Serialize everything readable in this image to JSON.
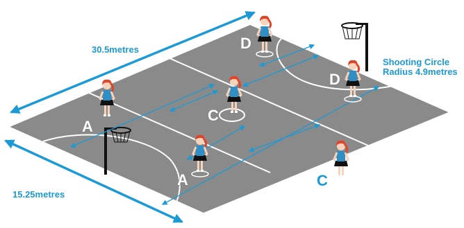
{
  "labels": {
    "length": "30.5metres",
    "width": "15.25metres",
    "shooting_circle_line1": "Shooting Circle",
    "shooting_circle_line2": "Radius 4.9metres"
  },
  "players": [
    {
      "letter": "D"
    },
    {
      "letter": "D"
    },
    {
      "letter": "C"
    },
    {
      "letter": "A"
    },
    {
      "letter": "A"
    },
    {
      "letter": "C"
    }
  ],
  "colors": {
    "court": "#8a8a8a",
    "court_lines": "#ffffff",
    "arrows": "#1b9ad6",
    "hair": "#e0452a",
    "bib": "#2f8fc4",
    "skirt": "#111111",
    "skin": "#f6d3bd"
  }
}
